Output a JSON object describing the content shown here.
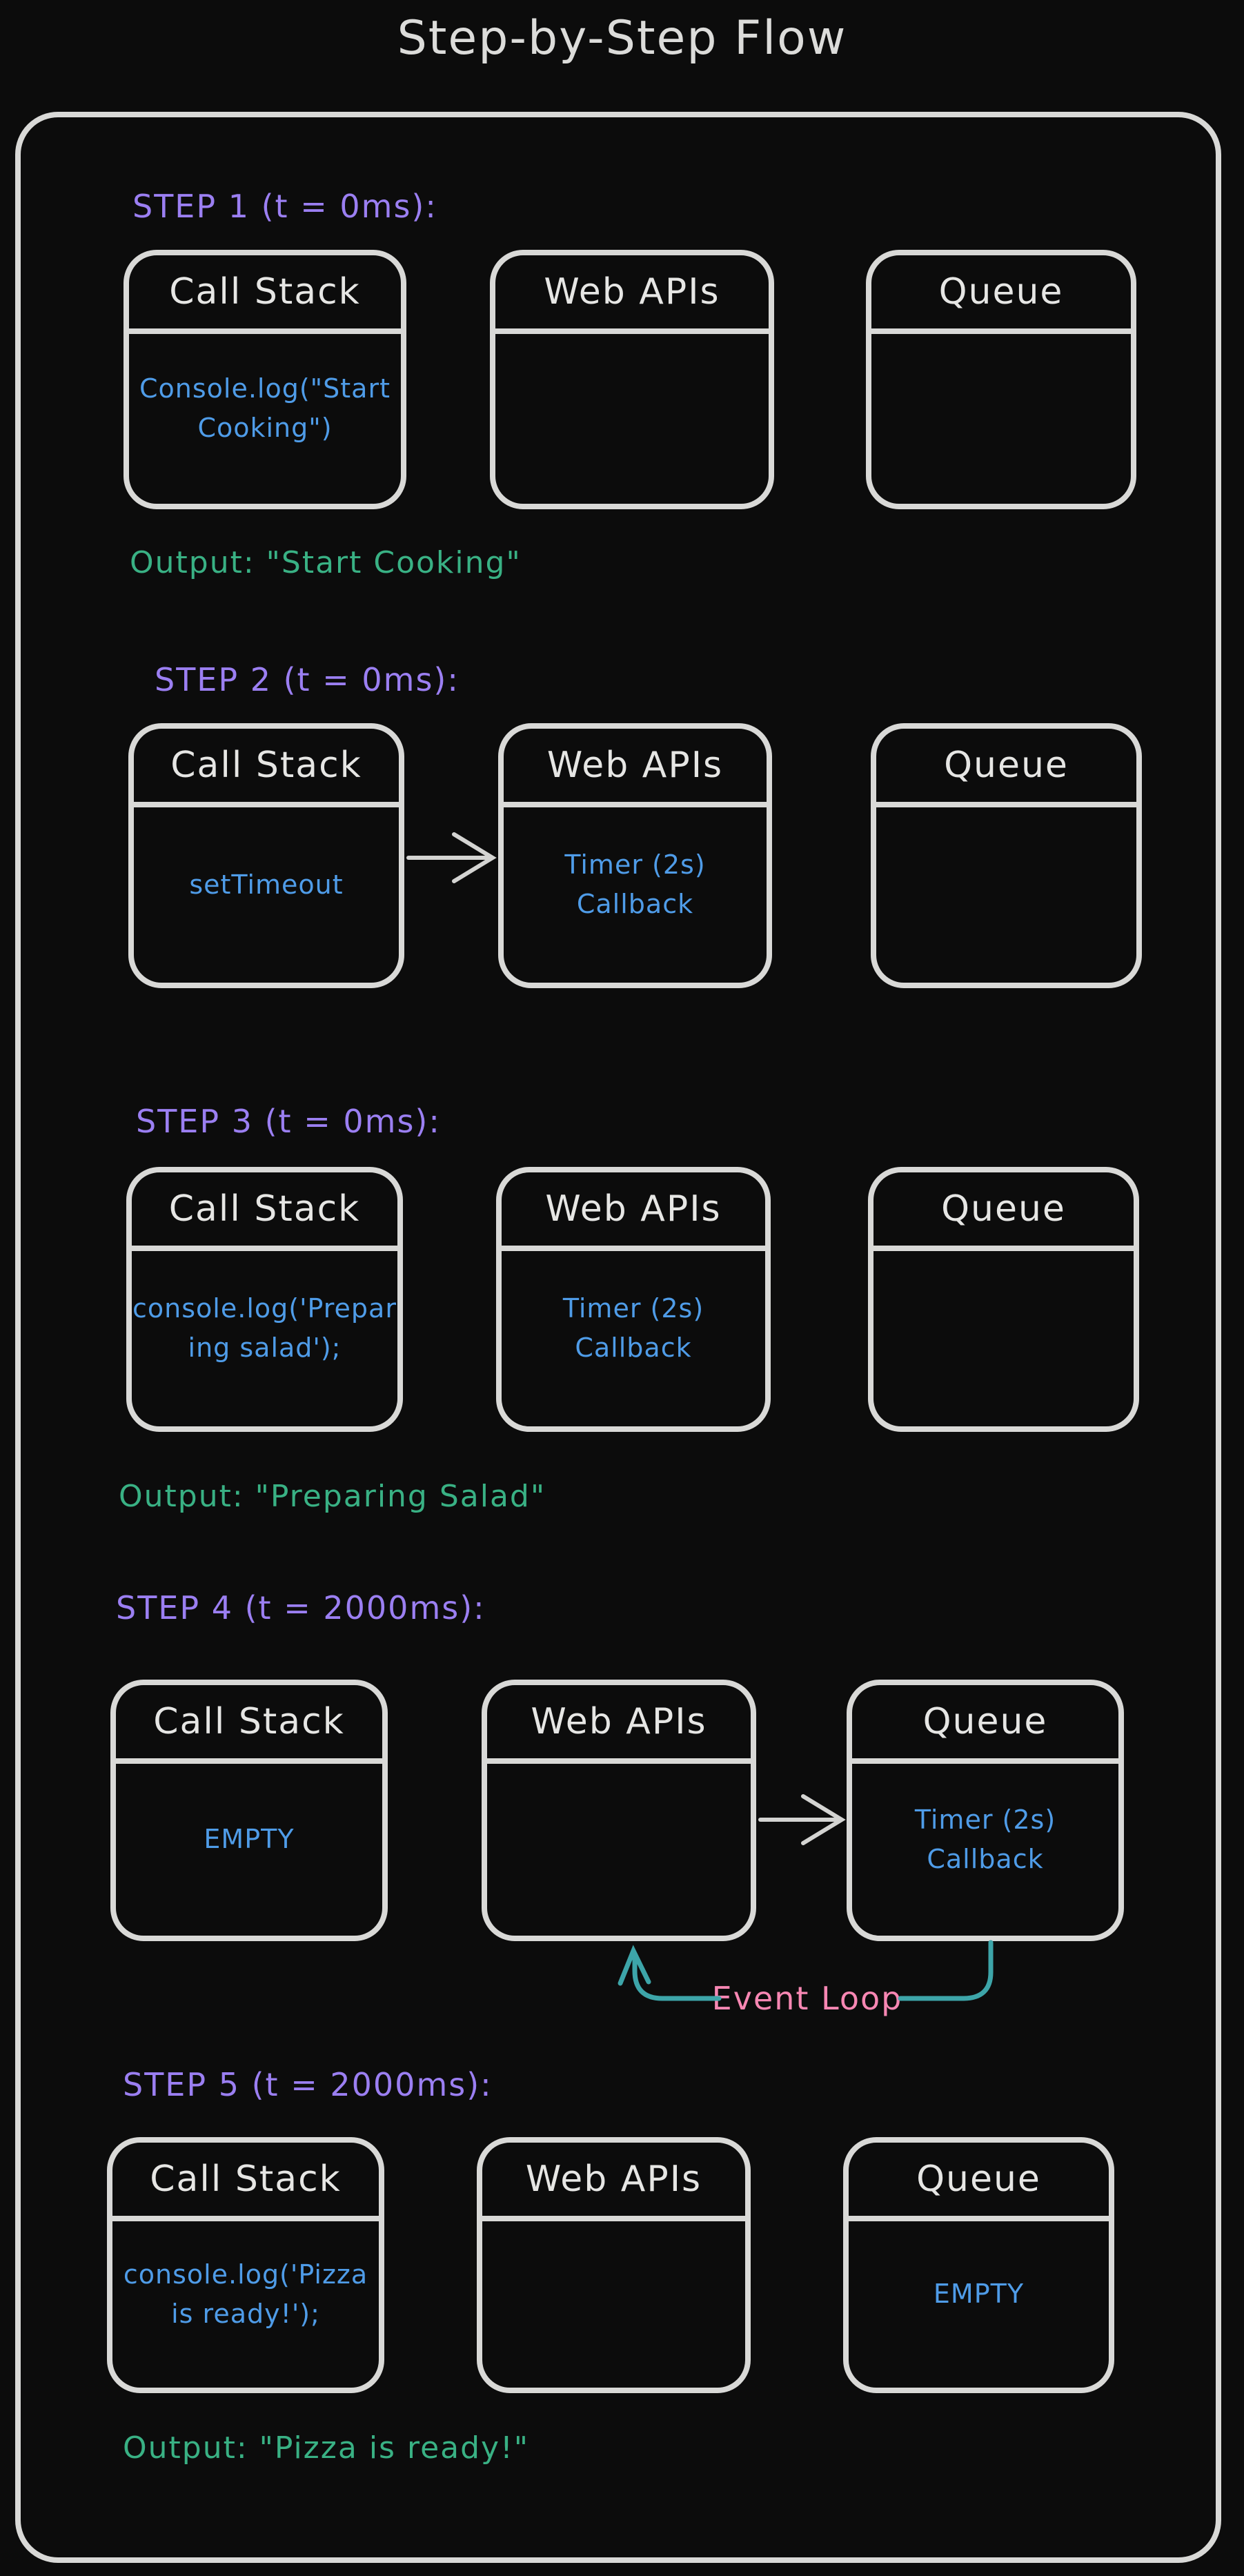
{
  "title": "Step-by-Step Flow",
  "steps": [
    {
      "label": "STEP 1 (t = 0ms):",
      "call_stack": {
        "title": "Call Stack",
        "content": "Console.log(\"Start\nCooking\")"
      },
      "web_apis": {
        "title": "Web APIs",
        "content": ""
      },
      "queue": {
        "title": "Queue",
        "content": ""
      },
      "output": "Output: \"Start Cooking\""
    },
    {
      "label": "STEP 2 (t = 0ms):",
      "call_stack": {
        "title": "Call Stack",
        "content": "setTimeout"
      },
      "web_apis": {
        "title": "Web APIs",
        "content": "Timer (2s)\nCallback"
      },
      "queue": {
        "title": "Queue",
        "content": ""
      },
      "arrow": "call-stack-to-web-apis"
    },
    {
      "label": "STEP 3 (t = 0ms):",
      "call_stack": {
        "title": "Call Stack",
        "content": "console.log('Prepar\ning salad');"
      },
      "web_apis": {
        "title": "Web APIs",
        "content": "Timer (2s)\nCallback"
      },
      "queue": {
        "title": "Queue",
        "content": ""
      },
      "output": "Output: \"Preparing Salad\""
    },
    {
      "label": "STEP 4 (t = 2000ms):",
      "call_stack": {
        "title": "Call Stack",
        "content": "EMPTY"
      },
      "web_apis": {
        "title": "Web APIs",
        "content": ""
      },
      "queue": {
        "title": "Queue",
        "content": "Timer (2s)\nCallback"
      },
      "arrow": "web-apis-to-queue",
      "event_loop_label": "Event Loop"
    },
    {
      "label": "STEP 5 (t = 2000ms):",
      "call_stack": {
        "title": "Call Stack",
        "content": "console.log('Pizza\nis ready!');"
      },
      "web_apis": {
        "title": "Web APIs",
        "content": ""
      },
      "queue": {
        "title": "Queue",
        "content": "EMPTY"
      },
      "output": "Output: \"Pizza is ready!\""
    }
  ],
  "colors": {
    "background": "#0c0c0c",
    "box_border": "#d9d9d7",
    "step_label": "#9b7ff2",
    "code_text": "#4f9ce8",
    "output_text": "#39b184",
    "event_loop_text": "#f787b3",
    "event_loop_line": "#3da5a9"
  }
}
